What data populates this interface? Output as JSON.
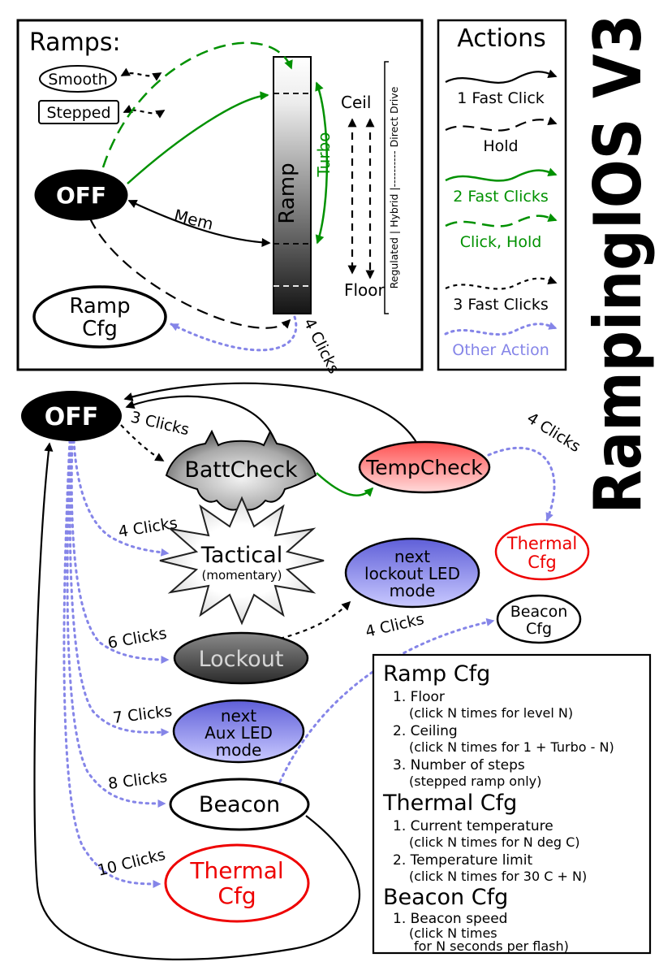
{
  "title": "RampingIOS V3",
  "colors": {
    "accent_green": "#009100",
    "other_action_blue": "#8585e8",
    "thermal_red": "#ee0000",
    "black": "#000000"
  },
  "ramps": {
    "heading": "Ramps:",
    "smooth_label": "Smooth",
    "stepped_label": "Stepped",
    "off_label": "OFF",
    "ramp_label": "Ramp",
    "turbo_label": "Turbo",
    "ceil_label": "Ceil",
    "floor_label": "Floor",
    "mem_label": "Mem",
    "drive_scale_label": "Regulated | Hybrid |---------- Direct Drive",
    "ramp_cfg_line1": "Ramp",
    "ramp_cfg_line2": "Cfg",
    "four_clicks_label": "4 Clicks"
  },
  "actions": {
    "heading": "Actions",
    "one_fast_click": "1 Fast Click",
    "hold": "Hold",
    "two_fast_clicks": "2 Fast Clicks",
    "click_hold": "Click, Hold",
    "three_fast_clicks": "3 Fast Clicks",
    "other_action": "Other Action"
  },
  "states": {
    "off": "OFF",
    "battcheck": "BattCheck",
    "tempcheck": "TempCheck",
    "thermal_cfg_top_line1": "Thermal",
    "thermal_cfg_top_line2": "Cfg",
    "tactical_line1": "Tactical",
    "tactical_line2": "(momentary)",
    "lockout_led_line1": "next",
    "lockout_led_line2": "lockout LED",
    "lockout_led_line3": "mode",
    "beacon_cfg_line1": "Beacon",
    "beacon_cfg_line2": "Cfg",
    "lockout": "Lockout",
    "aux_led_line1": "next",
    "aux_led_line2": "Aux LED",
    "aux_led_line3": "mode",
    "beacon": "Beacon",
    "thermal_cfg_bottom_line1": "Thermal",
    "thermal_cfg_bottom_line2": "Cfg"
  },
  "transitions": {
    "clicks3": "3 Clicks",
    "clicks4_tactical": "4 Clicks",
    "clicks4_thermal": "4 Clicks",
    "clicks4_beacon_cfg": "4 Clicks",
    "clicks6": "6 Clicks",
    "clicks7": "7 Clicks",
    "clicks8": "8 Clicks",
    "clicks10": "10 Clicks"
  },
  "config": {
    "ramp_heading": "Ramp Cfg",
    "ramp_item1": "1. Floor",
    "ramp_item1_note": "(click N times for level N)",
    "ramp_item2": "2. Ceiling",
    "ramp_item2_note": "(click N times for 1 + Turbo - N)",
    "ramp_item3": "3. Number of steps",
    "ramp_item3_note": "(stepped ramp only)",
    "thermal_heading": "Thermal Cfg",
    "thermal_item1": "1. Current temperature",
    "thermal_item1_note": "(click N times for N deg C)",
    "thermal_item2": "2. Temperature limit",
    "thermal_item2_note": "(click N times for 30 C + N)",
    "beacon_heading": "Beacon Cfg",
    "beacon_item1": "1. Beacon speed",
    "beacon_item1_note": "(click N times",
    "beacon_item1_note2": "for N seconds per flash)"
  }
}
